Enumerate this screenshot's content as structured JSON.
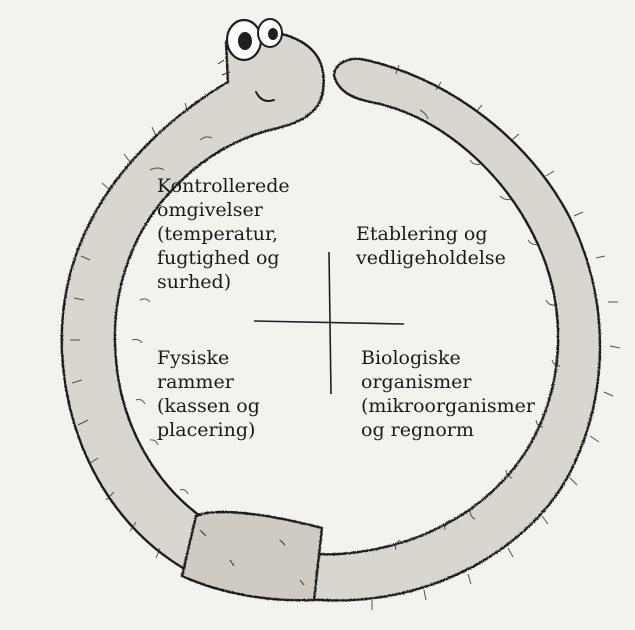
{
  "diagram": {
    "quadrants": {
      "top_left": {
        "lines": [
          "Kontrollerede",
          "omgivelser",
          "(temperatur,",
          "fugtighed og",
          "surhed)"
        ]
      },
      "top_right": {
        "lines": [
          "Etablering og",
          "vedligeholdelse"
        ]
      },
      "bottom_left": {
        "lines": [
          "Fysiske",
          "rammer",
          "(kassen og",
          "placering)"
        ]
      },
      "bottom_right": {
        "lines": [
          "Biologiske",
          "organismer",
          "(mikroorganismer",
          "og regnorm"
        ]
      }
    },
    "colors": {
      "outline": "#1f1f1f",
      "worm_body": "#d9d6cf",
      "background": "#f4f2ed",
      "text": "#1a1a1a"
    },
    "icons": [
      "worm-eye-icon",
      "worm-mouth-icon"
    ]
  }
}
